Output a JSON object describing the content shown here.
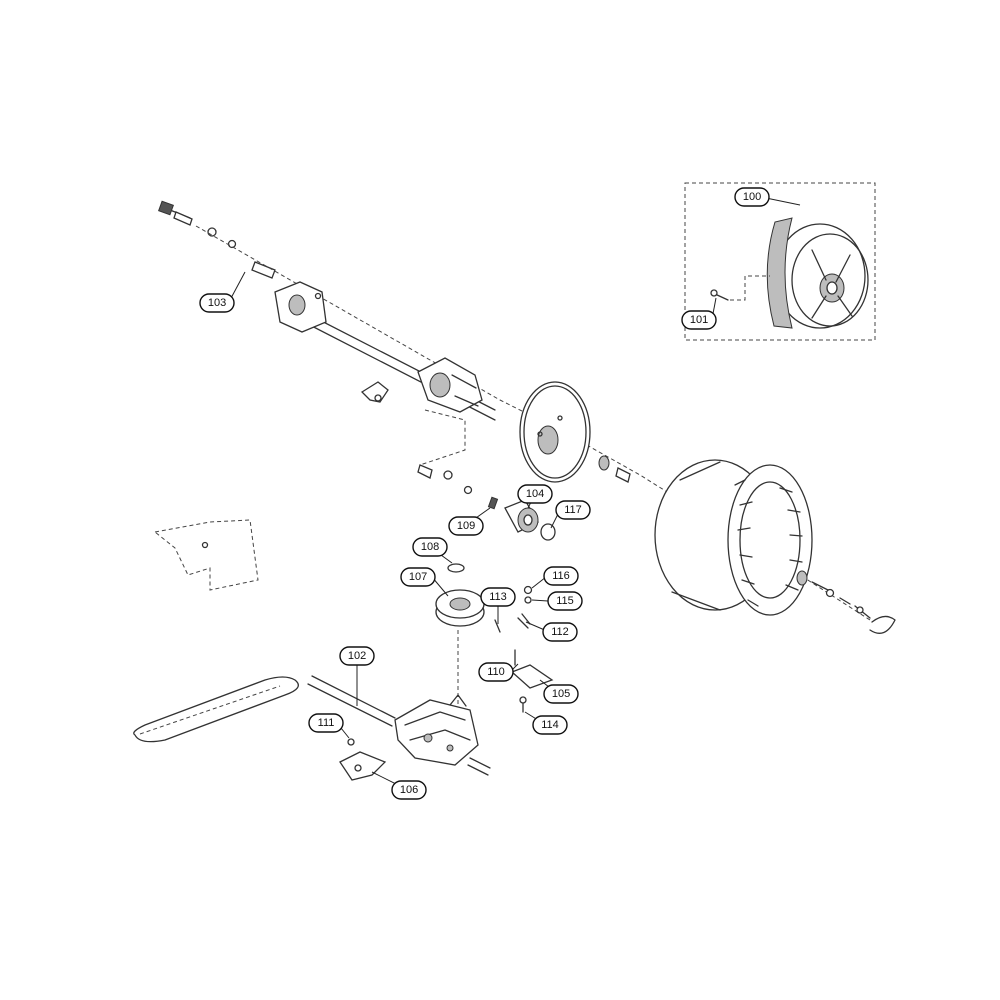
{
  "callouts": [
    {
      "id": "c100",
      "label": "100"
    },
    {
      "id": "c101",
      "label": "101"
    },
    {
      "id": "c102",
      "label": "102"
    },
    {
      "id": "c103",
      "label": "103"
    },
    {
      "id": "c104",
      "label": "104"
    },
    {
      "id": "c105",
      "label": "105"
    },
    {
      "id": "c106",
      "label": "106"
    },
    {
      "id": "c107",
      "label": "107"
    },
    {
      "id": "c108",
      "label": "108"
    },
    {
      "id": "c109",
      "label": "109"
    },
    {
      "id": "c110",
      "label": "110"
    },
    {
      "id": "c111",
      "label": "111"
    },
    {
      "id": "c112",
      "label": "112"
    },
    {
      "id": "c113",
      "label": "113"
    },
    {
      "id": "c114",
      "label": "114"
    },
    {
      "id": "c115",
      "label": "115"
    },
    {
      "id": "c116",
      "label": "116"
    },
    {
      "id": "c117",
      "label": "117"
    }
  ]
}
